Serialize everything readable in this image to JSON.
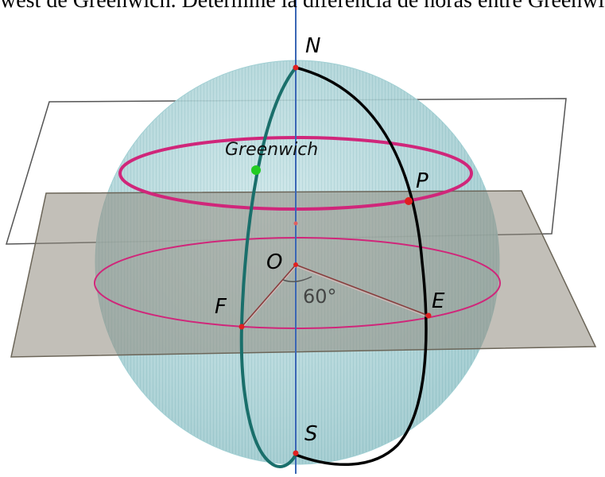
{
  "top_text": "west de  Greenwich. Determine la diferencia de horas entre Greenwich y el punto P en la dirección indicada",
  "labels": {
    "N": "N",
    "S": "S",
    "P": "P",
    "E": "E",
    "F": "F",
    "O": "O",
    "greenwich": "Greenwich",
    "angle": "60°"
  },
  "colors": {
    "sphere": "#a9d4d8",
    "circle": "#d0267a",
    "meridian_greenwich": "#1a6f6b",
    "meridian_p": "#000000",
    "axis": "#3a66b5",
    "equator_plane": "#8f8b7d",
    "point": "#e02020",
    "greenwich_point": "#22cc22"
  }
}
